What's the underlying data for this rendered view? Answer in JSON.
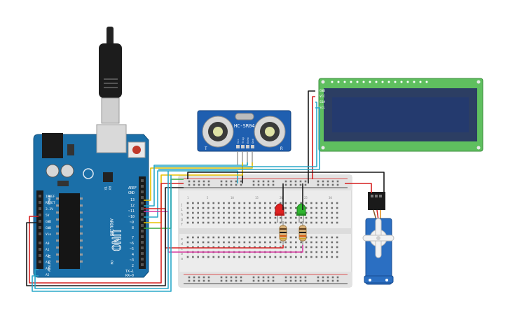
{
  "arduino": {
    "brand": "ARDUINO",
    "model": "UNO",
    "aref": "AREF",
    "gnd": "GND",
    "power_label": "POWER",
    "analog_label": "ANALOG IN",
    "tx": "TX",
    "rx": "RX",
    "on": "ON",
    "digital_label": "DIGITAL (PWM~)",
    "pins_digital": [
      "13",
      "12",
      "~11",
      "~10",
      "~9",
      "8",
      "7",
      "~6",
      "~5",
      "4",
      "~3",
      "2",
      "TX→1",
      "RX←0"
    ],
    "pins_power": [
      "IOREF",
      "RESET",
      "3.3V",
      "5V",
      "GND",
      "GND",
      "Vin"
    ],
    "pins_analog": [
      "A0",
      "A1",
      "A2",
      "A3",
      "A4",
      "A5"
    ]
  },
  "sensor": {
    "name": "HC-SR04",
    "left_mark": "T",
    "right_mark": "R",
    "pins": [
      "Vcc",
      "Trig",
      "Echo",
      "Gnd"
    ]
  },
  "lcd": {
    "pins": [
      "GND",
      "VCC",
      "SDA",
      "SCL"
    ]
  },
  "breadboard": {
    "rows_top": [
      "j",
      "i",
      "h",
      "g",
      "f"
    ],
    "rows_bottom": [
      "e",
      "d",
      "c",
      "b",
      "a"
    ],
    "col_numbers": [
      "1",
      "5",
      "10",
      "15",
      "20",
      "25",
      "30"
    ]
  },
  "colors": {
    "board": "#1b6fa8",
    "wire_red": "#d62020",
    "wire_black": "#1a1a1a",
    "wire_yellow": "#e8c200",
    "wire_cyan": "#2aa9c9",
    "wire_magenta": "#d63aa0",
    "wire_green": "#3aa83a",
    "lcd_green": "#5fbf5f",
    "led_red": "#e02020",
    "led_green": "#2fb52f",
    "servo_blue": "#2b6fc2"
  }
}
